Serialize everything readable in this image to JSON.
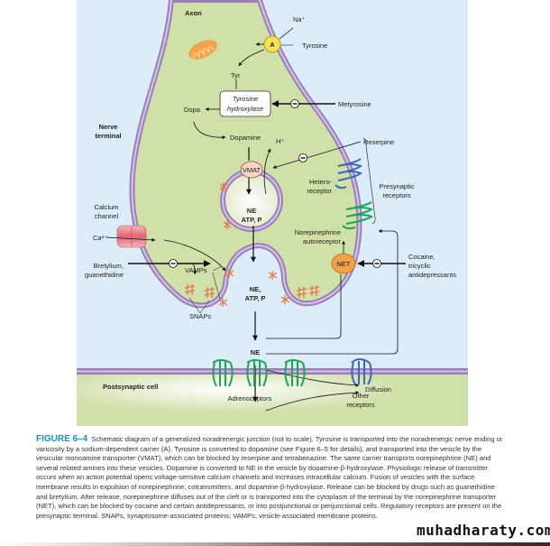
{
  "figure": {
    "number_label": "FIGURE 6–4",
    "caption": "Schematic diagram of a generalized noradrenergic junction (not to scale). Tyrosine is transported into the noradrenergic nerve ending or varicosity by a sodium-dependent carrier (A). Tyrosine is converted to dopamine (see Figure 6–5 for details), and transported into the vesicle by the vesicular monoamine transporter (VMAT), which can be blocked by reserpine and tetrabenazine. The same carrier transports norepinephrine (NE) and several related amines into these vesicles. Dopamine is converted to NE in the vesicle by dopamine-β-hydroxylase. Physiologic release of transmitter occurs when an action potential opens voltage-sensitive calcium channels and increases intracellular calcium. Fusion of vesicles with the surface membrane results in expulsion of norepinephrine, cotransmitters, and dopamine-β-hydroxylase. Release can be blocked by drugs such as guanethidine and bretylium. After release, norepinephrine diffuses out of the cleft or is transported into the cytoplasm of the terminal by the norepinephrine transporter (NET), which can be blocked by cocaine and certain antidepressants, or into postjunctional or perijunctional cells. Regulatory receptors are present on the presynaptic terminal. SNAPs, synaptosome-associated proteins; VAMPs, vesicle-associated membrane proteins."
  },
  "watermark": "muhadharaty.com",
  "labels": {
    "axon": "Axon",
    "na": "Na⁺",
    "carrier_a": "A",
    "tyrosine": "Tyrosine",
    "tyr": "Tyr",
    "tyrosine_hydroxylase_1": "Tyrosine",
    "tyrosine_hydroxylase_2": "hydroxylase",
    "metyrosine": "Metyrosine",
    "dopa": "Dopa",
    "nerve_terminal_1": "Nerve",
    "nerve_terminal_2": "terminal",
    "dopamine": "Dopamine",
    "h_plus": "H⁺",
    "reserpine": "Reserpine",
    "vmat": "VMAT",
    "vesicle_ne": "NE",
    "vesicle_atp": "ATP, P",
    "heteroreceptor_1": "Hetero-",
    "heteroreceptor_2": "receptor",
    "presynaptic_receptors_1": "Presynaptic",
    "presynaptic_receptors_2": "receptors",
    "calcium_channel_1": "Calcium",
    "calcium_channel_2": "channel",
    "ca": "Ca²⁺",
    "ne_autoreceptor_1": "Norepinephrine",
    "ne_autoreceptor_2": "autoreceptor",
    "vamps": "VAMPs",
    "fused_ne": "NE,",
    "fused_atp": "ATP, P",
    "bretylium_1": "Bretylium,",
    "bretylium_2": "guanethidine",
    "net": "NET",
    "cocaine_1": "Cocaine,",
    "cocaine_2": "tricyclic",
    "cocaine_3": "antidepressants",
    "snaps": "SNAPs",
    "cleft_ne": "NE",
    "diffusion": "Diffusion",
    "postsynaptic_cell": "Postsynaptic cell",
    "adrenoceptors": "Adrenoceptors",
    "other_receptors_1": "Other",
    "other_receptors_2": "receptors",
    "inhibit_symbol": "−"
  },
  "colors": {
    "extracellular": "#dcecf8",
    "cytoplasm": "#cfe0a8",
    "membrane": "#9b7fb8",
    "membrane_inner": "#d7c4e6",
    "adrenoceptor": "#1fa25a",
    "heteroreceptor": "#3d67b8",
    "net": "#f0a14a",
    "carrier_a": "#f7e05a",
    "vmat": "#f6d6c8",
    "snare": "#e8734a",
    "calcium_channel": "#e98f95",
    "caption_heading": "#1a8fb8"
  }
}
